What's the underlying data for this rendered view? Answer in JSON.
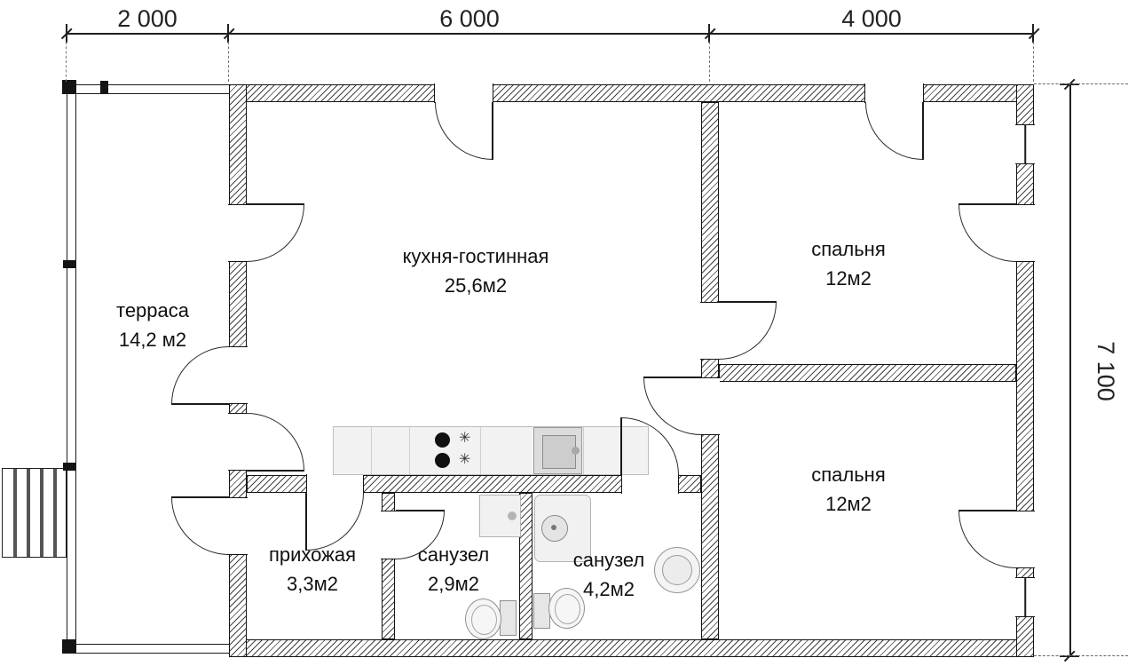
{
  "plan": {
    "dim_top": [
      "2 000",
      "6 000",
      "4 000"
    ],
    "dim_right": "7 100",
    "rooms": {
      "terrace": {
        "name": "терраса",
        "area": "14,2 м2"
      },
      "kitchen_living": {
        "name": "кухня-гостинная",
        "area": "25,6м2"
      },
      "bedroom_top": {
        "name": "спальня",
        "area": "12м2"
      },
      "bedroom_bottom": {
        "name": "спальня",
        "area": "12м2"
      },
      "hallway": {
        "name": "прихожая",
        "area": "3,3м2"
      },
      "bath_small": {
        "name": "санузел",
        "area": "2,9м2"
      },
      "bath_large": {
        "name": "санузел",
        "area": "4,2м2"
      }
    },
    "symbols": {
      "burner_star": "✳"
    }
  },
  "colors": {
    "line": "#1a1a1a",
    "hatch": "#3c3c3c",
    "fixture_fill": "#f1f1f1",
    "fixture_border": "#9a9a9a"
  }
}
